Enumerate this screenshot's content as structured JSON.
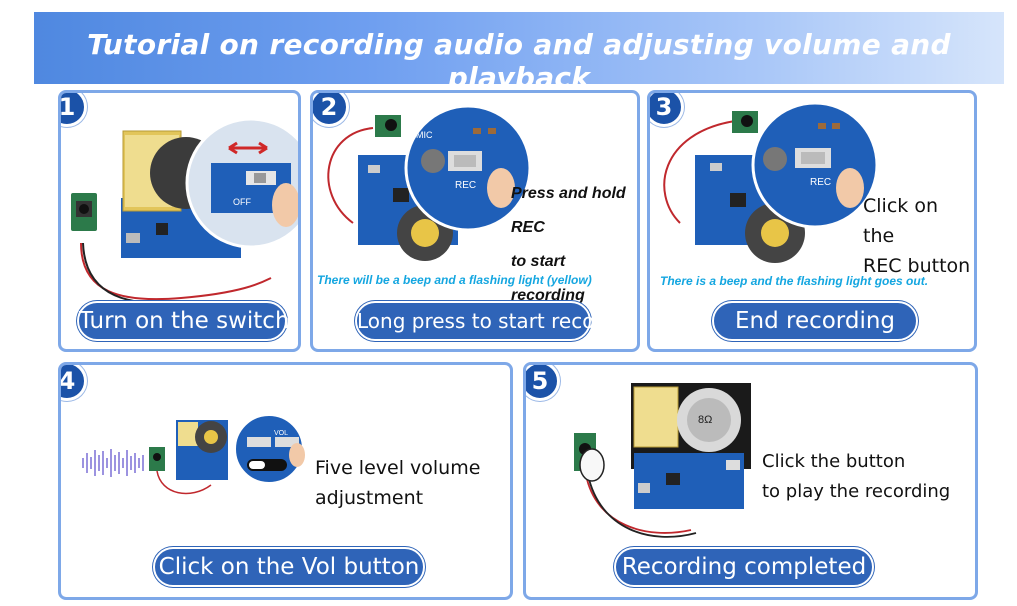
{
  "banner": {
    "title": "Tutorial on recording audio and adjusting volume and playback"
  },
  "steps": [
    {
      "number": "1",
      "button": "Turn on the switch"
    },
    {
      "number": "2",
      "button": "Long press to start recording",
      "callout_line1": "Press and hold REC",
      "callout_line2": "to start recording",
      "note": "There will be a beep and a flashing light (yellow)"
    },
    {
      "number": "3",
      "button": "End recording",
      "callout_line1": "Click on the",
      "callout_line2": "REC button",
      "note": "There is a beep and the flashing light goes out."
    },
    {
      "number": "4",
      "button": "Click on the Vol button",
      "callout_line1": "Five level volume",
      "callout_line2": "adjustment"
    },
    {
      "number": "5",
      "button": "Recording completed",
      "callout_line1": "Click the button",
      "callout_line2": "to play the recording"
    }
  ],
  "board_labels": {
    "rec": "REC",
    "mic": "MIC",
    "off": "OFF",
    "vol": "VOL",
    "speaker": "8Ω"
  },
  "colors": {
    "accent": "#2f64b8",
    "badge": "#1b52a8",
    "panel_border": "#7ea8e8",
    "board": "#1f5fb8",
    "note": "#14a6e0"
  }
}
